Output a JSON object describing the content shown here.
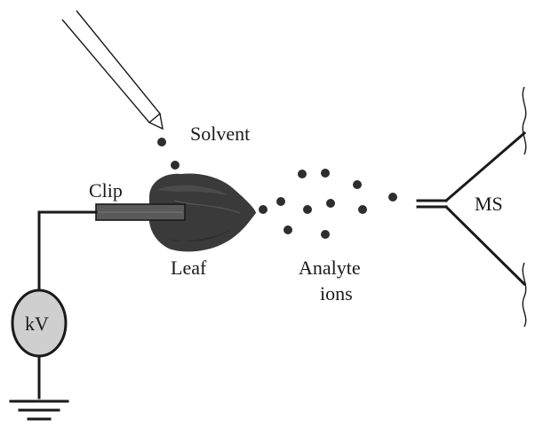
{
  "labels": {
    "solvent": "Solvent",
    "clip": "Clip",
    "leaf": "Leaf",
    "analyte_line1": "Analyte",
    "analyte_line2": "ions",
    "ms": "MS",
    "voltage": "kV"
  },
  "colors": {
    "wire": "#1a1a1a",
    "leaf": "#3a3a3a",
    "clip": "#5a5a5a",
    "voltage_fill": "#cfcfcf",
    "droplet": "#2e2e2e"
  }
}
